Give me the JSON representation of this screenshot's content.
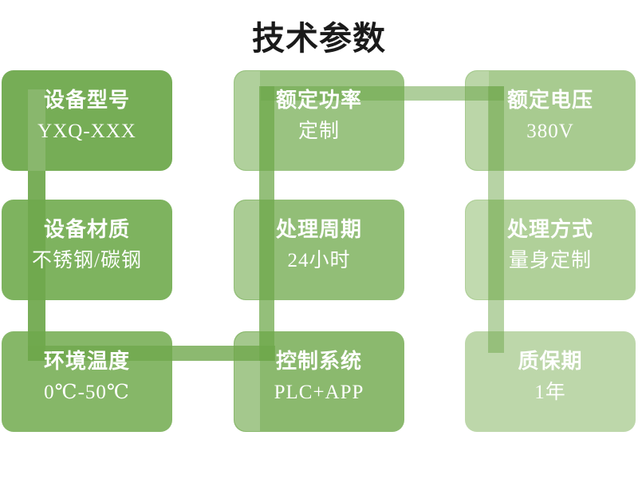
{
  "title": "技术参数",
  "palette": {
    "background": "#ffffff",
    "title_color": "#1a1a1a",
    "box_text_color": "#ffffff",
    "connector_green_rgb": "111,168,76",
    "highlight": "rgba(255,255,255,0.22)",
    "entry_patch": "rgba(255,255,255,0.18)"
  },
  "boxes": [
    {
      "header": "设备型号",
      "value": "YXQ-XXX",
      "color": "#76ad56",
      "col": 0,
      "row": 0
    },
    {
      "header": "设备材质",
      "value": "不锈钢/碳钢",
      "color": "#7eb35f",
      "col": 0,
      "row": 1
    },
    {
      "header": "环境温度",
      "value": "0℃-50℃",
      "color": "#86b768",
      "col": 0,
      "row": 2
    },
    {
      "header": "额定功率",
      "value": "定制",
      "color": "#9ac381",
      "col": 1,
      "row": 0
    },
    {
      "header": "处理周期",
      "value": "24小时",
      "color": "#92be77",
      "col": 1,
      "row": 1
    },
    {
      "header": "控制系统",
      "value": "PLC+APP",
      "color": "#8bb96e",
      "col": 1,
      "row": 2
    },
    {
      "header": "额定电压",
      "value": "380V",
      "color": "#a8cb90",
      "col": 2,
      "row": 0
    },
    {
      "header": "处理方式",
      "value": "量身定制",
      "color": "#b0d099",
      "col": 2,
      "row": 1
    },
    {
      "header": "质保期",
      "value": "1年",
      "color": "#bdd7aa",
      "col": 2,
      "row": 2
    }
  ],
  "connectors": [
    {
      "name": "left-vertical",
      "joins": "设备型号→设备材质→环境温度",
      "rgba": "rgba(111,168,76,0.93)"
    },
    {
      "name": "bottom-horizontal",
      "joins": "环境温度→控制系统",
      "rgba": "rgba(111,168,76,0.80)"
    },
    {
      "name": "middle-vertical",
      "joins": "控制系统→处理周期→额定功率",
      "rgba": "rgba(111,168,76,0.74)"
    },
    {
      "name": "top-horizontal",
      "joins": "额定功率→额定电压",
      "rgba": "rgba(111,168,76,0.56)"
    },
    {
      "name": "right-vertical",
      "joins": "额定电压→处理方式→质保期",
      "rgba": "rgba(111,168,76,0.50)"
    }
  ],
  "flow_order": [
    "设备型号",
    "设备材质",
    "环境温度",
    "控制系统",
    "处理周期",
    "额定功率",
    "额定电压",
    "处理方式",
    "质保期"
  ]
}
